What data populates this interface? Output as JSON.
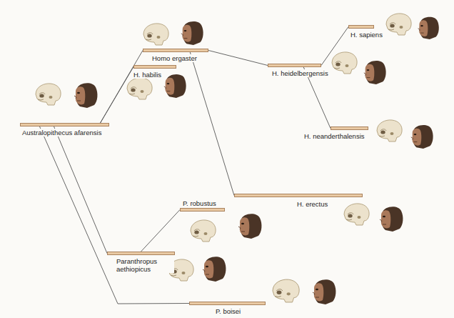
{
  "diagram": {
    "nodes": [
      {
        "text": [
          "H. sapiens"
        ]
      },
      {
        "text": [
          "Homo ergaster"
        ]
      },
      {
        "text": [
          "H. heidelbergensis"
        ]
      },
      {
        "text": [
          "H. habilis"
        ]
      },
      {
        "text": [
          "Australopithecus afarensis"
        ]
      },
      {
        "text": [
          "H. neanderthalensis"
        ]
      },
      {
        "text": [
          "H. erectus"
        ]
      },
      {
        "text": [
          "P. robustus"
        ]
      },
      {
        "text": [
          "Paranthropus aethiopicus"
        ]
      },
      {
        "text": [
          "P. boisei"
        ]
      }
    ],
    "edges": [
      {
        "from": 4,
        "to": 3,
        "arrow": "none"
      },
      {
        "from": 4,
        "to": 1,
        "arrow": "none"
      },
      {
        "from": 1,
        "to": 2,
        "arrow": "none"
      },
      {
        "from": 1,
        "to": 6,
        "arrow": "none"
      },
      {
        "from": 2,
        "to": 0,
        "arrow": "none"
      },
      {
        "from": 2,
        "to": 5,
        "arrow": "none"
      },
      {
        "from": 4,
        "to": 8,
        "arrow": "none"
      },
      {
        "from": 8,
        "to": 7,
        "arrow": "none"
      },
      {
        "from": 4,
        "to": 9,
        "arrow": "none"
      }
    ]
  }
}
